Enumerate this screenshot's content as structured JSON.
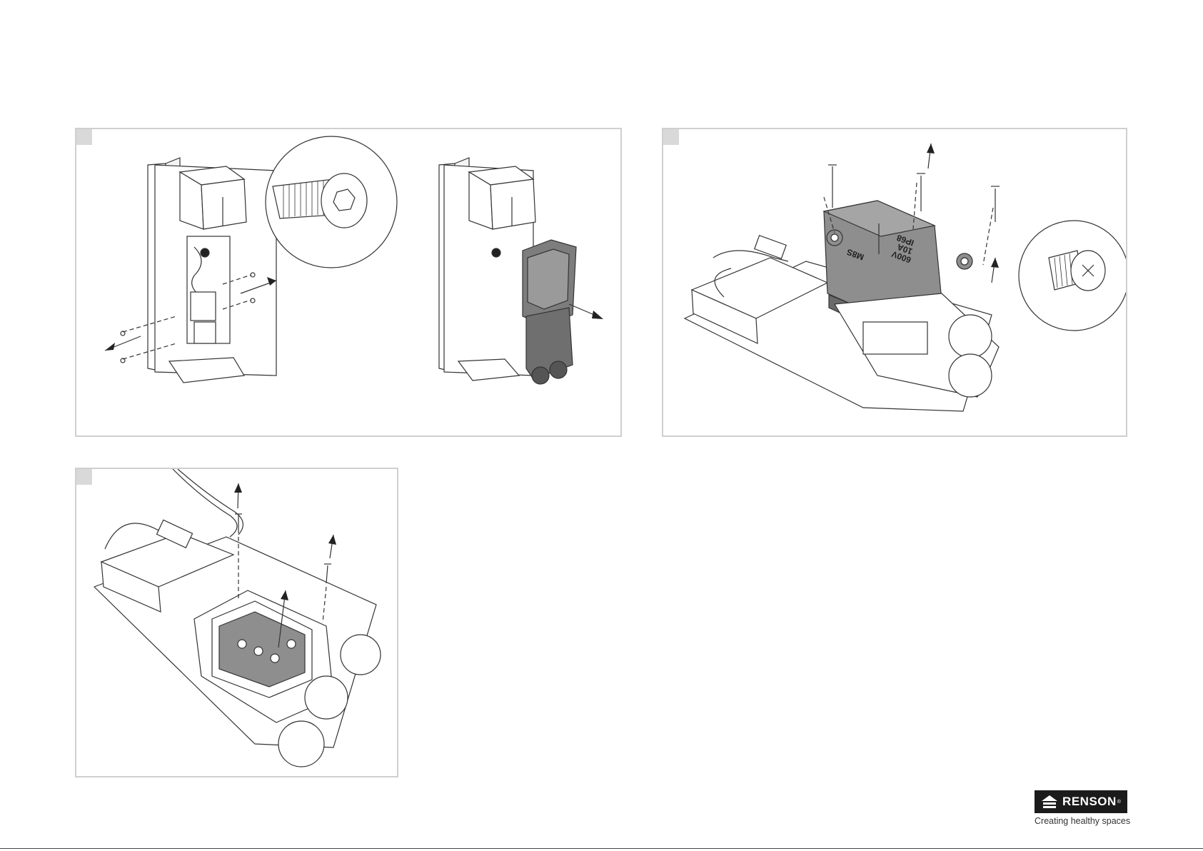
{
  "brand": {
    "name": "RENSON",
    "registered": "®",
    "tagline": "Creating healthy spaces"
  },
  "panels": [
    {
      "id": "step-1",
      "label": ""
    },
    {
      "id": "step-2",
      "label": ""
    },
    {
      "id": "step-3",
      "label": ""
    }
  ],
  "illustration_text": {
    "module_labels": [
      "M8S",
      "600V",
      "10A",
      "IP68"
    ]
  },
  "colors": {
    "panel_border": "#cfcfcf",
    "badge": "#d9d9d9",
    "line": "#333333",
    "module_fill": "#8e8e8e",
    "logo_bg": "#1b1b1b"
  },
  "icons": [
    "screw-icon",
    "arrow-icon",
    "magnifier-circle-icon",
    "renson-house-icon"
  ]
}
